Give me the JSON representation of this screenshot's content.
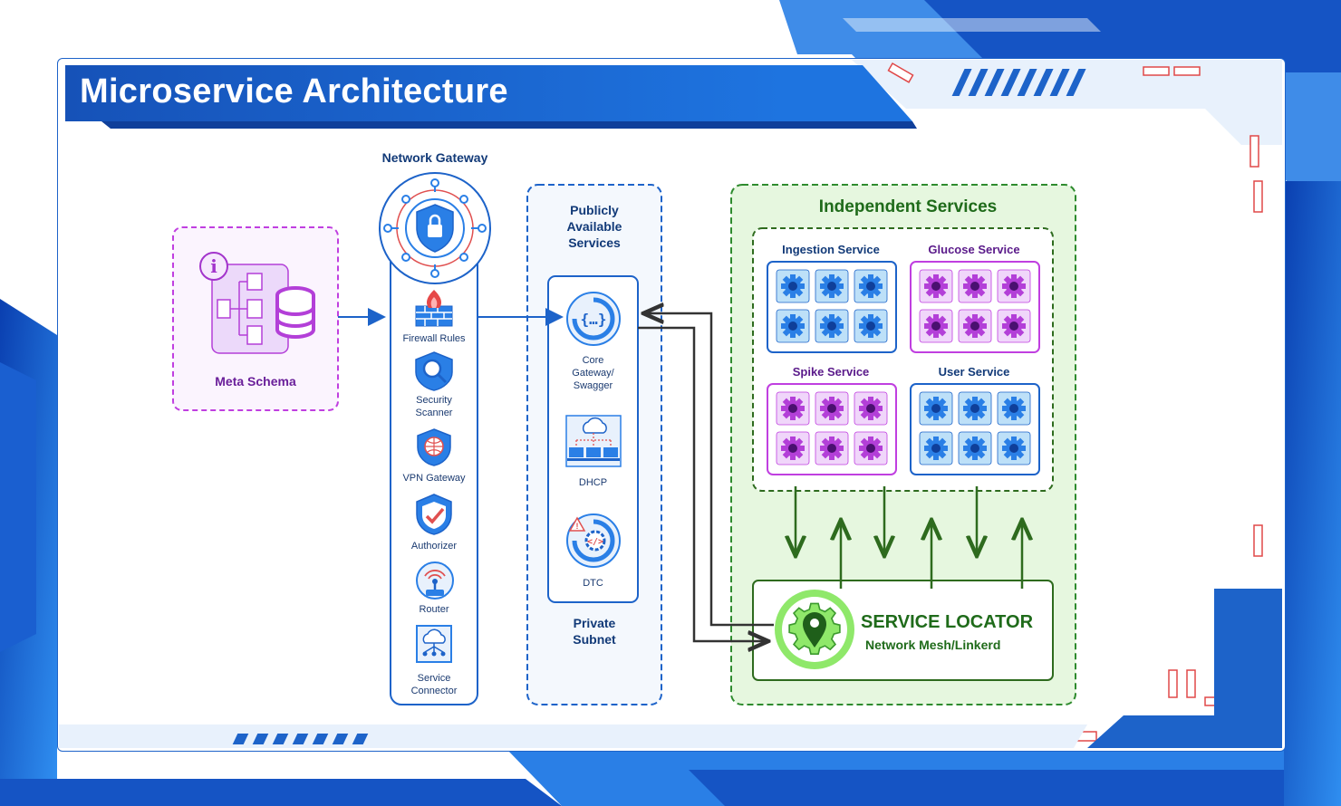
{
  "title": "Microservice Architecture",
  "meta_schema": {
    "label": "Meta Schema"
  },
  "gateway": {
    "title": "Network Gateway",
    "items": [
      {
        "label": "Firewall Rules",
        "icon": "firewall-icon"
      },
      {
        "label": "Security\nScanner",
        "icon": "security-scanner-icon"
      },
      {
        "label": "VPN Gateway",
        "icon": "vpn-gateway-icon"
      },
      {
        "label": "Authorizer",
        "icon": "authorizer-icon"
      },
      {
        "label": "Router",
        "icon": "router-icon"
      },
      {
        "label": "Service\nConnector",
        "icon": "service-connector-icon"
      }
    ]
  },
  "subnet": {
    "top_label": "Publicly\nAvailable\nServices",
    "bottom_label": "Private\nSubnet",
    "items": [
      {
        "label": "Core\nGateway/\nSwagger",
        "icon": "api-gateway-icon"
      },
      {
        "label": "DHCP",
        "icon": "dhcp-icon"
      },
      {
        "label": "DTC",
        "icon": "dtc-icon"
      }
    ]
  },
  "independent": {
    "title": "Independent Services",
    "services": [
      {
        "label": "Ingestion Service",
        "theme": "blue"
      },
      {
        "label": "Glucose Service",
        "theme": "purple"
      },
      {
        "label": "Spike Service",
        "theme": "purple"
      },
      {
        "label": "User Service",
        "theme": "blue"
      }
    ]
  },
  "locator": {
    "title": "SERVICE LOCATOR",
    "subtitle": "Network Mesh/Linkerd"
  },
  "colors": {
    "brand_blue": "#1d63c9",
    "purple": "#c03fe0",
    "green": "#2e8b2e",
    "green_bg": "#e6f7df",
    "blue_bg": "#f4f8fd"
  }
}
